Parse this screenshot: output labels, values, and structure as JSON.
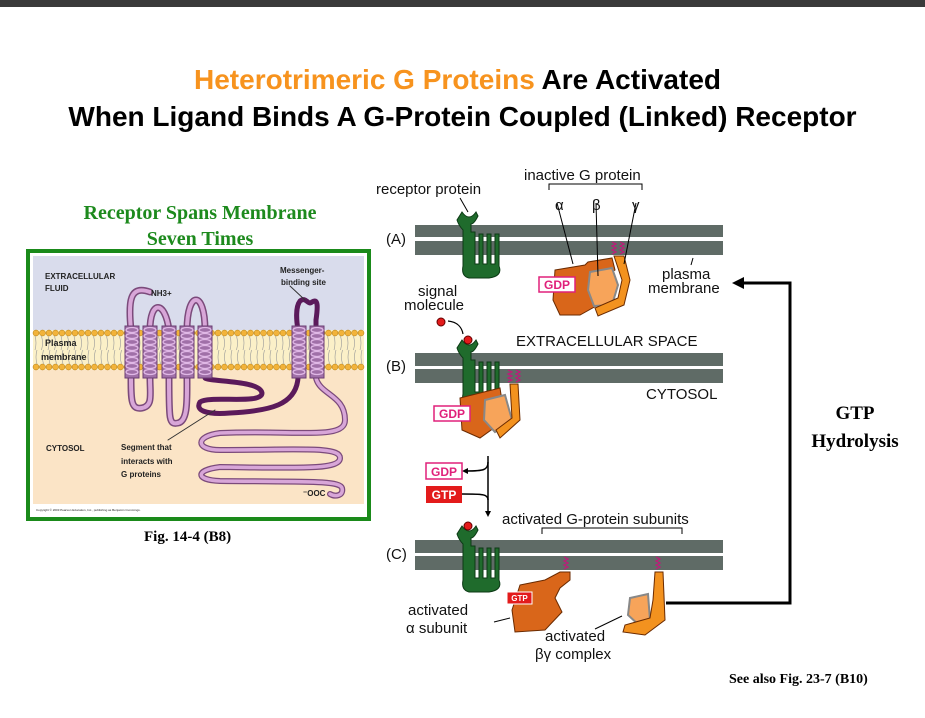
{
  "title": {
    "line1_highlight": "Heterotrimeric G Proteins",
    "line1_rest": " Are Activated",
    "line2": "When Ligand Binds A G-Protein Coupled (Linked) Receptor"
  },
  "left_panel": {
    "heading_line1": "Receptor Spans Membrane",
    "heading_line2": "Seven Times",
    "extracellular_line1": "EXTRACELLULAR",
    "extracellular_line2": "FLUID",
    "nh3": "NH3+",
    "messenger_line1": "Messenger-",
    "messenger_line2": "binding site",
    "plasma_line1": "Plasma",
    "plasma_line2": "membrane",
    "cytosol": "CYTOSOL",
    "segment_line1": "Segment that",
    "segment_line2": "interacts with",
    "segment_line3": "G proteins",
    "cooh": "⁻OOC",
    "copyright": "Copyright © 2003 Pearson Education, Inc., publishing as Benjamin Cummings.",
    "caption": "Fig. 14-4 (B8)"
  },
  "right_panel": {
    "receptor_protein": "receptor protein",
    "inactive_g_protein": "inactive G protein",
    "alpha": "α",
    "beta": "β",
    "gamma": "γ",
    "label_a": "(A)",
    "label_b": "(B)",
    "label_c": "(C)",
    "gdp": "GDP",
    "gtp": "GTP",
    "plasma_line1": "plasma",
    "plasma_line2": "membrane",
    "signal_line1": "signal",
    "signal_line2": "molecule",
    "extracellular_space": "EXTRACELLULAR SPACE",
    "cytosol": "CYTOSOL",
    "activated_subunits": "activated G-protein subunits",
    "alpha_label_line1": "activated",
    "alpha_label_line2": "α subunit",
    "bg_label_line1": "activated",
    "bg_label_line2": "βγ complex",
    "gtp_hydrolysis_line1": "GTP",
    "gtp_hydrolysis_line2": "Hydrolysis",
    "see_also": "See also Fig. 23-7 (B10)"
  },
  "colors": {
    "title_highlight": "#f7931e",
    "heading_green": "#1d8a1d",
    "membrane_gray": "#5f6b66",
    "receptor_green": "#1f6b2c",
    "alpha_orange": "#d9661a",
    "beta_peach": "#f7a45a",
    "gamma_orange": "#f3921f",
    "gdp_pink": "#e0207a",
    "gtp_red": "#e31b1b"
  }
}
